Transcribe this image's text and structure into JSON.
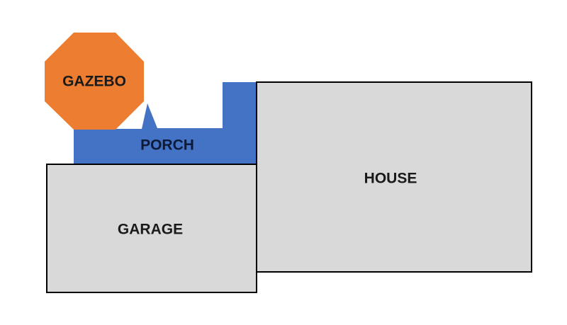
{
  "colors": {
    "porch": "#4472C4",
    "gazebo": "#ED7D31",
    "building_fill": "#D9D9D9",
    "outline": "#000000",
    "label_dark": "#1a1a1a",
    "label_on_blue": "#0d1b3a"
  },
  "rooms": {
    "gazebo": {
      "label": "GAZEBO"
    },
    "porch": {
      "label": "PORCH"
    },
    "garage": {
      "label": "GARAGE"
    },
    "house": {
      "label": "HOUSE"
    }
  }
}
